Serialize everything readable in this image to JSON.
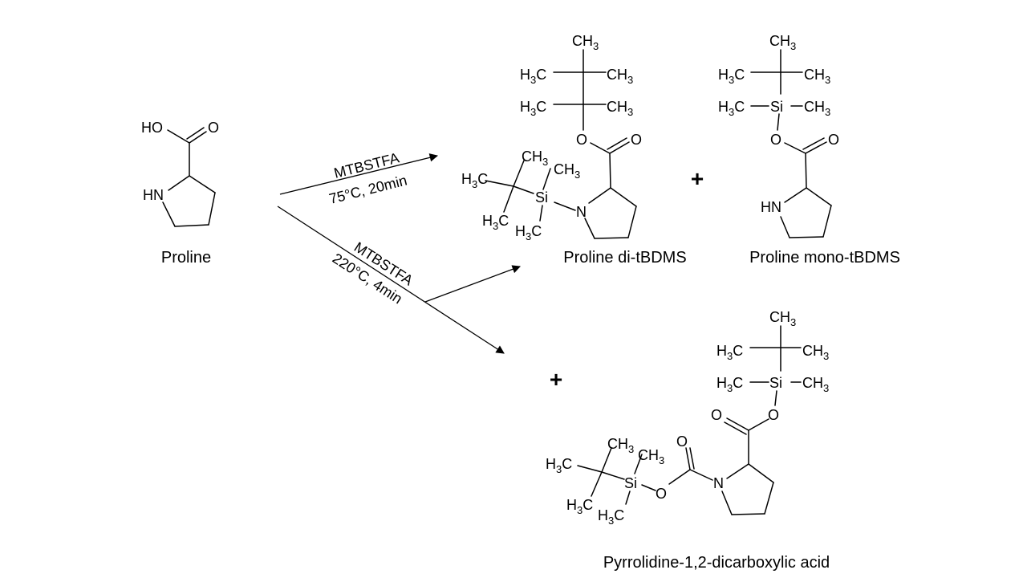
{
  "labels": {
    "proline": "Proline",
    "di_tbdms": "Proline di-tBDMS",
    "mono_tbdms": "Proline mono-tBDMS",
    "pyrrolidine": "Pyrrolidine-1,2-dicarboxylic acid"
  },
  "reaction1": {
    "reagent": "MTBSTFA",
    "conditions": "75°C, 20min"
  },
  "reaction2": {
    "reagent": "MTBSTFA",
    "conditions": "220°C, 4min"
  },
  "symbols": {
    "plus": "+"
  },
  "atoms": {
    "HO": "HO",
    "O": "O",
    "HN": "HN",
    "N": "N",
    "Si": "Si",
    "CH": "CH",
    "H": "H",
    "C": "C",
    "three": "3"
  }
}
